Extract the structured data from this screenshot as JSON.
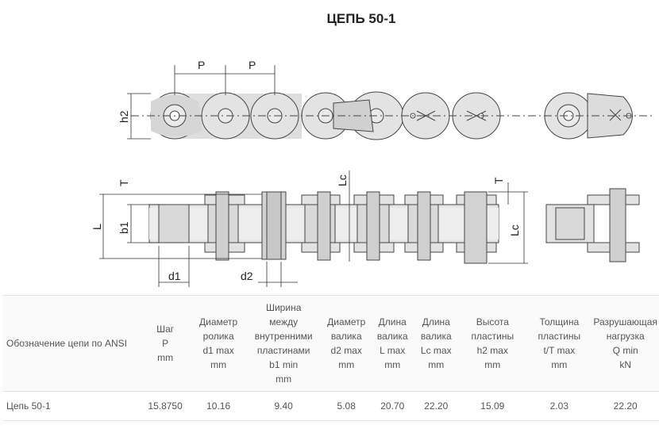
{
  "title": "ЦЕПЬ 50-1",
  "drawing": {
    "pitch_label": "P",
    "h2_label": "h2",
    "T_label": "T",
    "L_label": "L",
    "Lc_label": "Lc",
    "b1_label": "b1",
    "d1_label": "d1",
    "d2_label": "d2"
  },
  "table": {
    "headers": [
      {
        "lines": [
          "Обозначение цепи по ANSI"
        ]
      },
      {
        "lines": [
          "Шаг",
          "P",
          "mm"
        ]
      },
      {
        "lines": [
          "Диаметр",
          "ролика",
          "d1 max",
          "mm"
        ]
      },
      {
        "lines": [
          "Ширина",
          "между",
          "внутренними",
          "пластинами",
          "b1 min",
          "mm"
        ]
      },
      {
        "lines": [
          "Диаметр",
          "валика",
          "d2 max",
          "mm"
        ]
      },
      {
        "lines": [
          "Длина",
          "валика",
          "L max",
          "mm"
        ]
      },
      {
        "lines": [
          "Длина",
          "валика",
          "Lc max",
          "mm"
        ]
      },
      {
        "lines": [
          "Высота",
          "пластины",
          "h2 max",
          "mm"
        ]
      },
      {
        "lines": [
          "Толщина",
          "пластины",
          "t/T max",
          "mm"
        ]
      },
      {
        "lines": [
          "Разрушающая",
          "нагрузка",
          "Q min",
          "kN"
        ]
      }
    ],
    "row": [
      "Цепь 50-1",
      "15.8750",
      "10.16",
      "9.40",
      "5.08",
      "20.70",
      "22.20",
      "15.09",
      "2.03",
      "22.20"
    ]
  }
}
